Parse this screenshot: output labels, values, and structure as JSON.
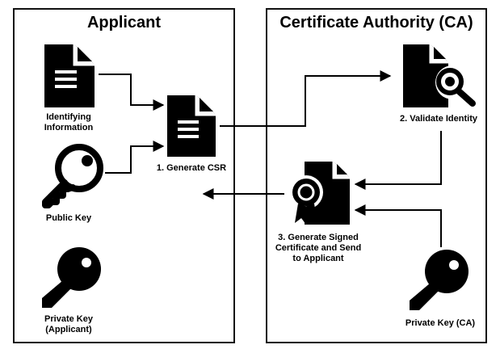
{
  "panels": {
    "applicant": {
      "title": "Applicant"
    },
    "ca": {
      "title": "Certificate Authority (CA)"
    }
  },
  "labels": {
    "identifying_info_line1": "Identifying",
    "identifying_info_line2": "Information",
    "public_key": "Public Key",
    "private_key_applicant_line1": "Private Key",
    "private_key_applicant_line2": "(Applicant)",
    "generate_csr": "1. Generate CSR",
    "validate_identity": "2. Validate Identity",
    "signed_cert_line1": "3. Generate Signed",
    "signed_cert_line2": "Certificate and Send",
    "signed_cert_line3": "to Applicant",
    "private_key_ca": "Private Key (CA)"
  },
  "icons": {
    "identifying_info": "document-icon",
    "public_key": "key-outline-icon",
    "private_key_applicant": "key-solid-icon",
    "csr": "document-icon",
    "validate": "document-search-icon",
    "certificate": "certificate-icon",
    "private_key_ca": "key-solid-icon"
  },
  "colors": {
    "stroke": "#111111",
    "fill": "#000000",
    "background": "#ffffff"
  }
}
